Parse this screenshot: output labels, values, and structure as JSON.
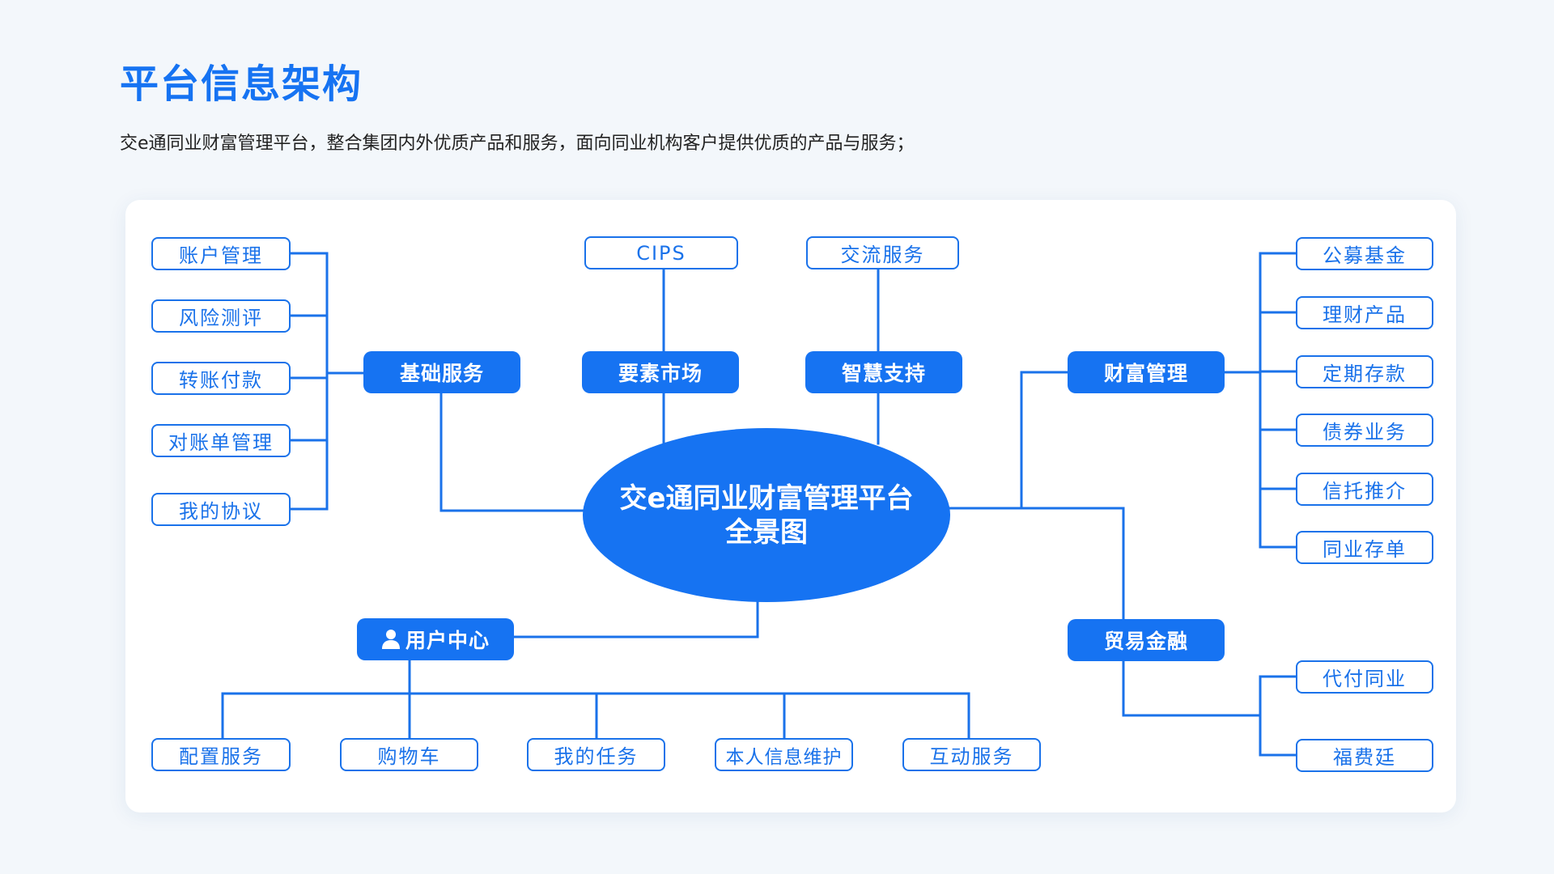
{
  "header": {
    "title": "平台信息架构",
    "subtitle": "交e通同业财富管理平台，整合集团内外优质产品和服务，面向同业机构客户提供优质的产品与服务；"
  },
  "diagram": {
    "center": {
      "line1": "交e通同业财富管理平台",
      "line2": "全景图"
    },
    "categories": {
      "basic": "基础服务",
      "market": "要素市场",
      "smart": "智慧支持",
      "wealth": "财富管理",
      "trade": "贸易金融",
      "user": "用户中心"
    },
    "basic_children": [
      "账户管理",
      "风险测评",
      "转账付款",
      "对账单管理",
      "我的协议"
    ],
    "market_children": [
      "CIPS"
    ],
    "smart_children": [
      "交流服务"
    ],
    "wealth_children": [
      "公募基金",
      "理财产品",
      "定期存款",
      "债券业务",
      "信托推介",
      "同业存单"
    ],
    "trade_children": [
      "代付同业",
      "福费廷"
    ],
    "user_children": [
      "配置服务",
      "购物车",
      "我的任务",
      "本人信息维护",
      "互动服务"
    ],
    "icons": {
      "user": "user-icon"
    },
    "colors": {
      "primary": "#1673f2",
      "line": "#1a72ea",
      "background": "#f3f7fb",
      "card": "#ffffff"
    }
  }
}
